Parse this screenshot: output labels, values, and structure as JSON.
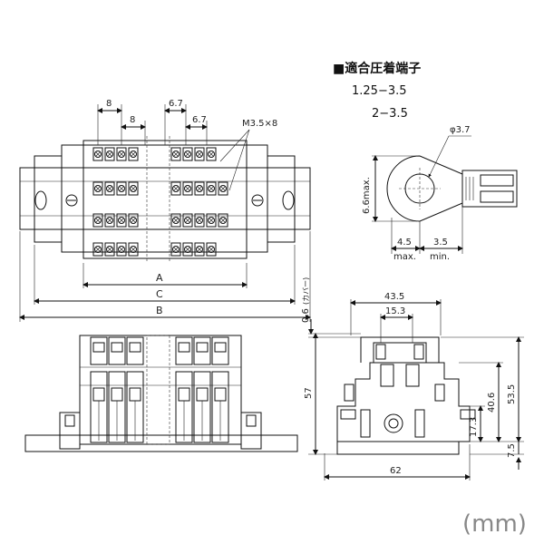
{
  "terminal_spec": {
    "title": "■適合圧着端子",
    "sizes": [
      "1.25−3.5",
      "2−3.5"
    ]
  },
  "top_view": {
    "pitch_dims": [
      "8",
      "8",
      "6.7",
      "6.7"
    ],
    "screw_label": "M3.5×8",
    "width_dims": [
      "A",
      "C",
      "B"
    ]
  },
  "crimp_terminal": {
    "hole_dia": "φ3.7",
    "height": "6.6max.",
    "dim_left_value": "4.5",
    "dim_left_note": "max.",
    "dim_right_value": "3.5",
    "dim_right_note": "min."
  },
  "side_view": {
    "width_top": "43.5",
    "width_inner": "15.3",
    "width_bottom": "62",
    "height_total": "57",
    "height_cover": "0.6",
    "cover_note": "(カバー)",
    "dim_53_5": "53.5",
    "dim_40_6": "40.6",
    "dim_17_3": "17.3",
    "dim_7_5": "7.5"
  },
  "unit_label": "(mm)"
}
